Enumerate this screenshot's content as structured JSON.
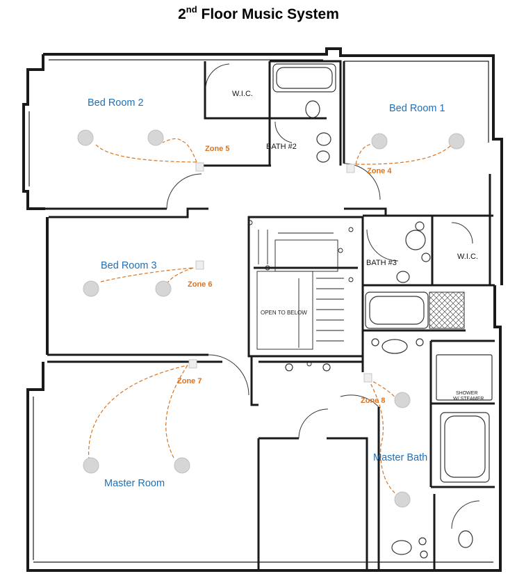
{
  "title": {
    "prefix": "2",
    "sup": "nd",
    "rest": " Floor Music System"
  },
  "rooms": {
    "bed2": "Bed Room 2",
    "bed1": "Bed Room 1",
    "bed3": "Bed Room 3",
    "master": "Master Room",
    "masterbath": "Master Bath"
  },
  "zones": {
    "z4": "Zone 4",
    "z5": "Zone 5",
    "z6": "Zone 6",
    "z7": "Zone 7",
    "z8": "Zone 8"
  },
  "plan_labels": {
    "wic_left": "W.I.C.",
    "wic_right": "W.I.C.",
    "bath2": "BATH #2",
    "bath3": "BATH #3",
    "open_below": "OPEN TO BELOW",
    "shower": "SHOWER",
    "steamer": "W/ STEAMER"
  },
  "colors": {
    "room_label": "#1f6fb5",
    "zone_label": "#d9731f",
    "speaker": "#d4d4d4",
    "wall": "#1a1a1a"
  },
  "icons": {
    "speaker": "ceiling-speaker-icon",
    "keypad": "wall-keypad-icon"
  }
}
